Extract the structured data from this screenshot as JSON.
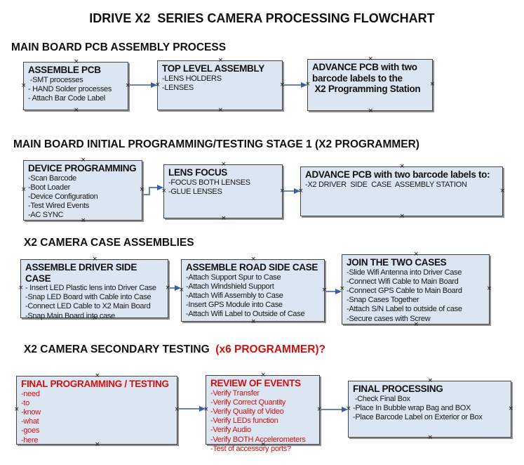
{
  "title": "IDRIVE X2  SERIES CAMERA PROCESSING FLOWCHART",
  "colors": {
    "box_fill": "#dce6f2",
    "box_border": "#454545",
    "box_shadow": "#8f8f8f",
    "arrow_line": "#6c84a8",
    "arrow_head": "#3a5fa0",
    "red_text": "#d01010"
  },
  "sections": [
    {
      "heading": "MAIN BOARD PCB ASSEMBLY PROCESS",
      "boxes": [
        {
          "title": "ASSEMBLE PCB",
          "items": [
            " -SMT processes",
            "- HAND Solder processes",
            "- Attach Bar Code Label"
          ]
        },
        {
          "title": "TOP LEVEL ASSEMBLY",
          "items": [
            "-LENS HOLDERS",
            "-LENSES"
          ]
        },
        {
          "title": "ADVANCE PCB with two\nbarcode labels to the\n X2 Programming Station",
          "items": []
        }
      ]
    },
    {
      "heading": "MAIN BOARD INITIAL PROGRAMMING/TESTING STAGE 1 (X2 PROGRAMMER)",
      "boxes": [
        {
          "title": "DEVICE PROGRAMMING",
          "items": [
            "-Scan Barcode",
            "-Boot Loader",
            "-Device Configuration",
            "-Test Wired Events",
            "-AC SYNC"
          ]
        },
        {
          "title": "LENS FOCUS",
          "items": [
            "-FOCUS BOTH LENSES",
            "-GLUE LENSES"
          ]
        },
        {
          "title": "ADVANCE PCB with two barcode labels to:",
          "items": [
            "-X2 DRIVER  SIDE  CASE  ASSEMBLY STATION"
          ]
        }
      ]
    },
    {
      "heading": "X2 CAMERA CASE ASSEMBLIES",
      "boxes": [
        {
          "title": "ASSEMBLE DRIVER SIDE CASE",
          "items": [
            "- Insert LED Plastic lens into Driver Case",
            "-Snap LED Board with Cable into Case",
            "-Connect LED Cable to X2 Main Board",
            "-Snap Main Board into case"
          ]
        },
        {
          "title": "ASSEMBLE ROAD SIDE CASE",
          "items": [
            "-Attach Support Spur to Case",
            "-Attach Windshield Support",
            "-Attach Wifi Assembly to Case",
            "-Insert GPS Module into Case",
            "-Attach Wifi Label to Outside of Case"
          ]
        },
        {
          "title": "JOIN THE TWO CASES",
          "items": [
            "-Slide Wifi Antenna into Driver Case",
            "-Connect Wifi Cable to Main Board",
            "-Connect GPS Cable to Main Board",
            "-Snap Cases Together",
            "-Attach S/N Label to outside of case",
            "-Secure cases with Screw"
          ]
        }
      ]
    },
    {
      "heading": "X2 CAMERA SECONDARY TESTING",
      "heading_highlight": "  (x6 PROGRAMMER)?",
      "boxes": [
        {
          "title": "FINAL PROGRAMMING / TESTING",
          "items": [
            "-need",
            "-to",
            "-know",
            "-what",
            "-goes",
            "-here"
          ]
        },
        {
          "title": "REVIEW OF EVENTS",
          "items": [
            "-Verify Transfer",
            "-Verify Correct Quantity",
            "-Verify Quality of Video",
            "-Verify LEDs function",
            "-Verify Audio",
            "-Verify BOTH Accelerometers",
            "-Test of accessory ports?"
          ]
        },
        {
          "title": "FINAL PROCESSING",
          "items": [
            " -Check Final Box",
            "-Place In Bubble wrap Bag and BOX",
            "-Place Barcode Label on Exterior or Box"
          ]
        }
      ]
    }
  ]
}
